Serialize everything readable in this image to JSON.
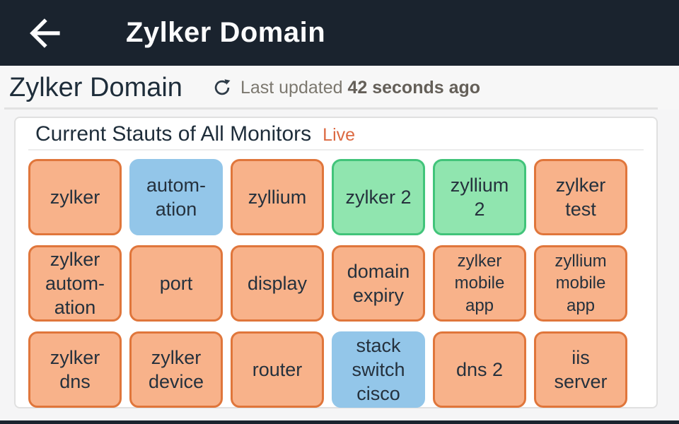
{
  "palette": {
    "appbar_bg": "#1a232e",
    "page_bg": "#f5f5f6",
    "panel_bg": "#ffffff",
    "panel_border": "#e0e0e0",
    "text_dark": "#1e2d3a",
    "tile_text": "#25313d",
    "gray_text": "#7c786f",
    "live_color": "#dc6a42",
    "status_colors": {
      "trouble": {
        "fill": "#f8b28a",
        "border": "#e0763b"
      },
      "maintenance": {
        "fill": "#93c6e9",
        "border": "#93c6e9"
      },
      "up": {
        "fill": "#90e5af",
        "border": "#41c47a"
      }
    }
  },
  "header": {
    "title": "Zylker Domain",
    "back_icon": "arrow-left-icon"
  },
  "subheader": {
    "title": "Zylker Domain",
    "refresh_icon": "refresh-icon",
    "last_updated_label": "Last updated ",
    "last_updated_value": "42 seconds ago"
  },
  "panel": {
    "title": "Current Stauts of All Monitors",
    "live_label": "Live",
    "monitors": [
      {
        "label": "zylker",
        "status": "trouble",
        "small": false
      },
      {
        "label": "autom-\nation",
        "status": "maintenance",
        "small": false
      },
      {
        "label": "zyllium",
        "status": "trouble",
        "small": false
      },
      {
        "label": "zylker 2",
        "status": "up",
        "small": false
      },
      {
        "label": "zyllium\n2",
        "status": "up",
        "small": false
      },
      {
        "label": "zylker\ntest",
        "status": "trouble",
        "small": false
      },
      {
        "label": "zylker\nautom-\nation",
        "status": "trouble",
        "small": false
      },
      {
        "label": "port",
        "status": "trouble",
        "small": false
      },
      {
        "label": "display",
        "status": "trouble",
        "small": false
      },
      {
        "label": "domain\nexpiry",
        "status": "trouble",
        "small": false
      },
      {
        "label": "zylker\nmobile\napp",
        "status": "trouble",
        "small": true
      },
      {
        "label": "zyllium\nmobile\napp",
        "status": "trouble",
        "small": true
      },
      {
        "label": "zylker\ndns",
        "status": "trouble",
        "small": false
      },
      {
        "label": "zylker\ndevice",
        "status": "trouble",
        "small": false
      },
      {
        "label": "router",
        "status": "trouble",
        "small": false
      },
      {
        "label": "stack\nswitch\ncisco",
        "status": "maintenance",
        "small": false
      },
      {
        "label": "dns 2",
        "status": "trouble",
        "small": false
      },
      {
        "label": "iis\nserver",
        "status": "trouble",
        "small": false
      }
    ]
  }
}
